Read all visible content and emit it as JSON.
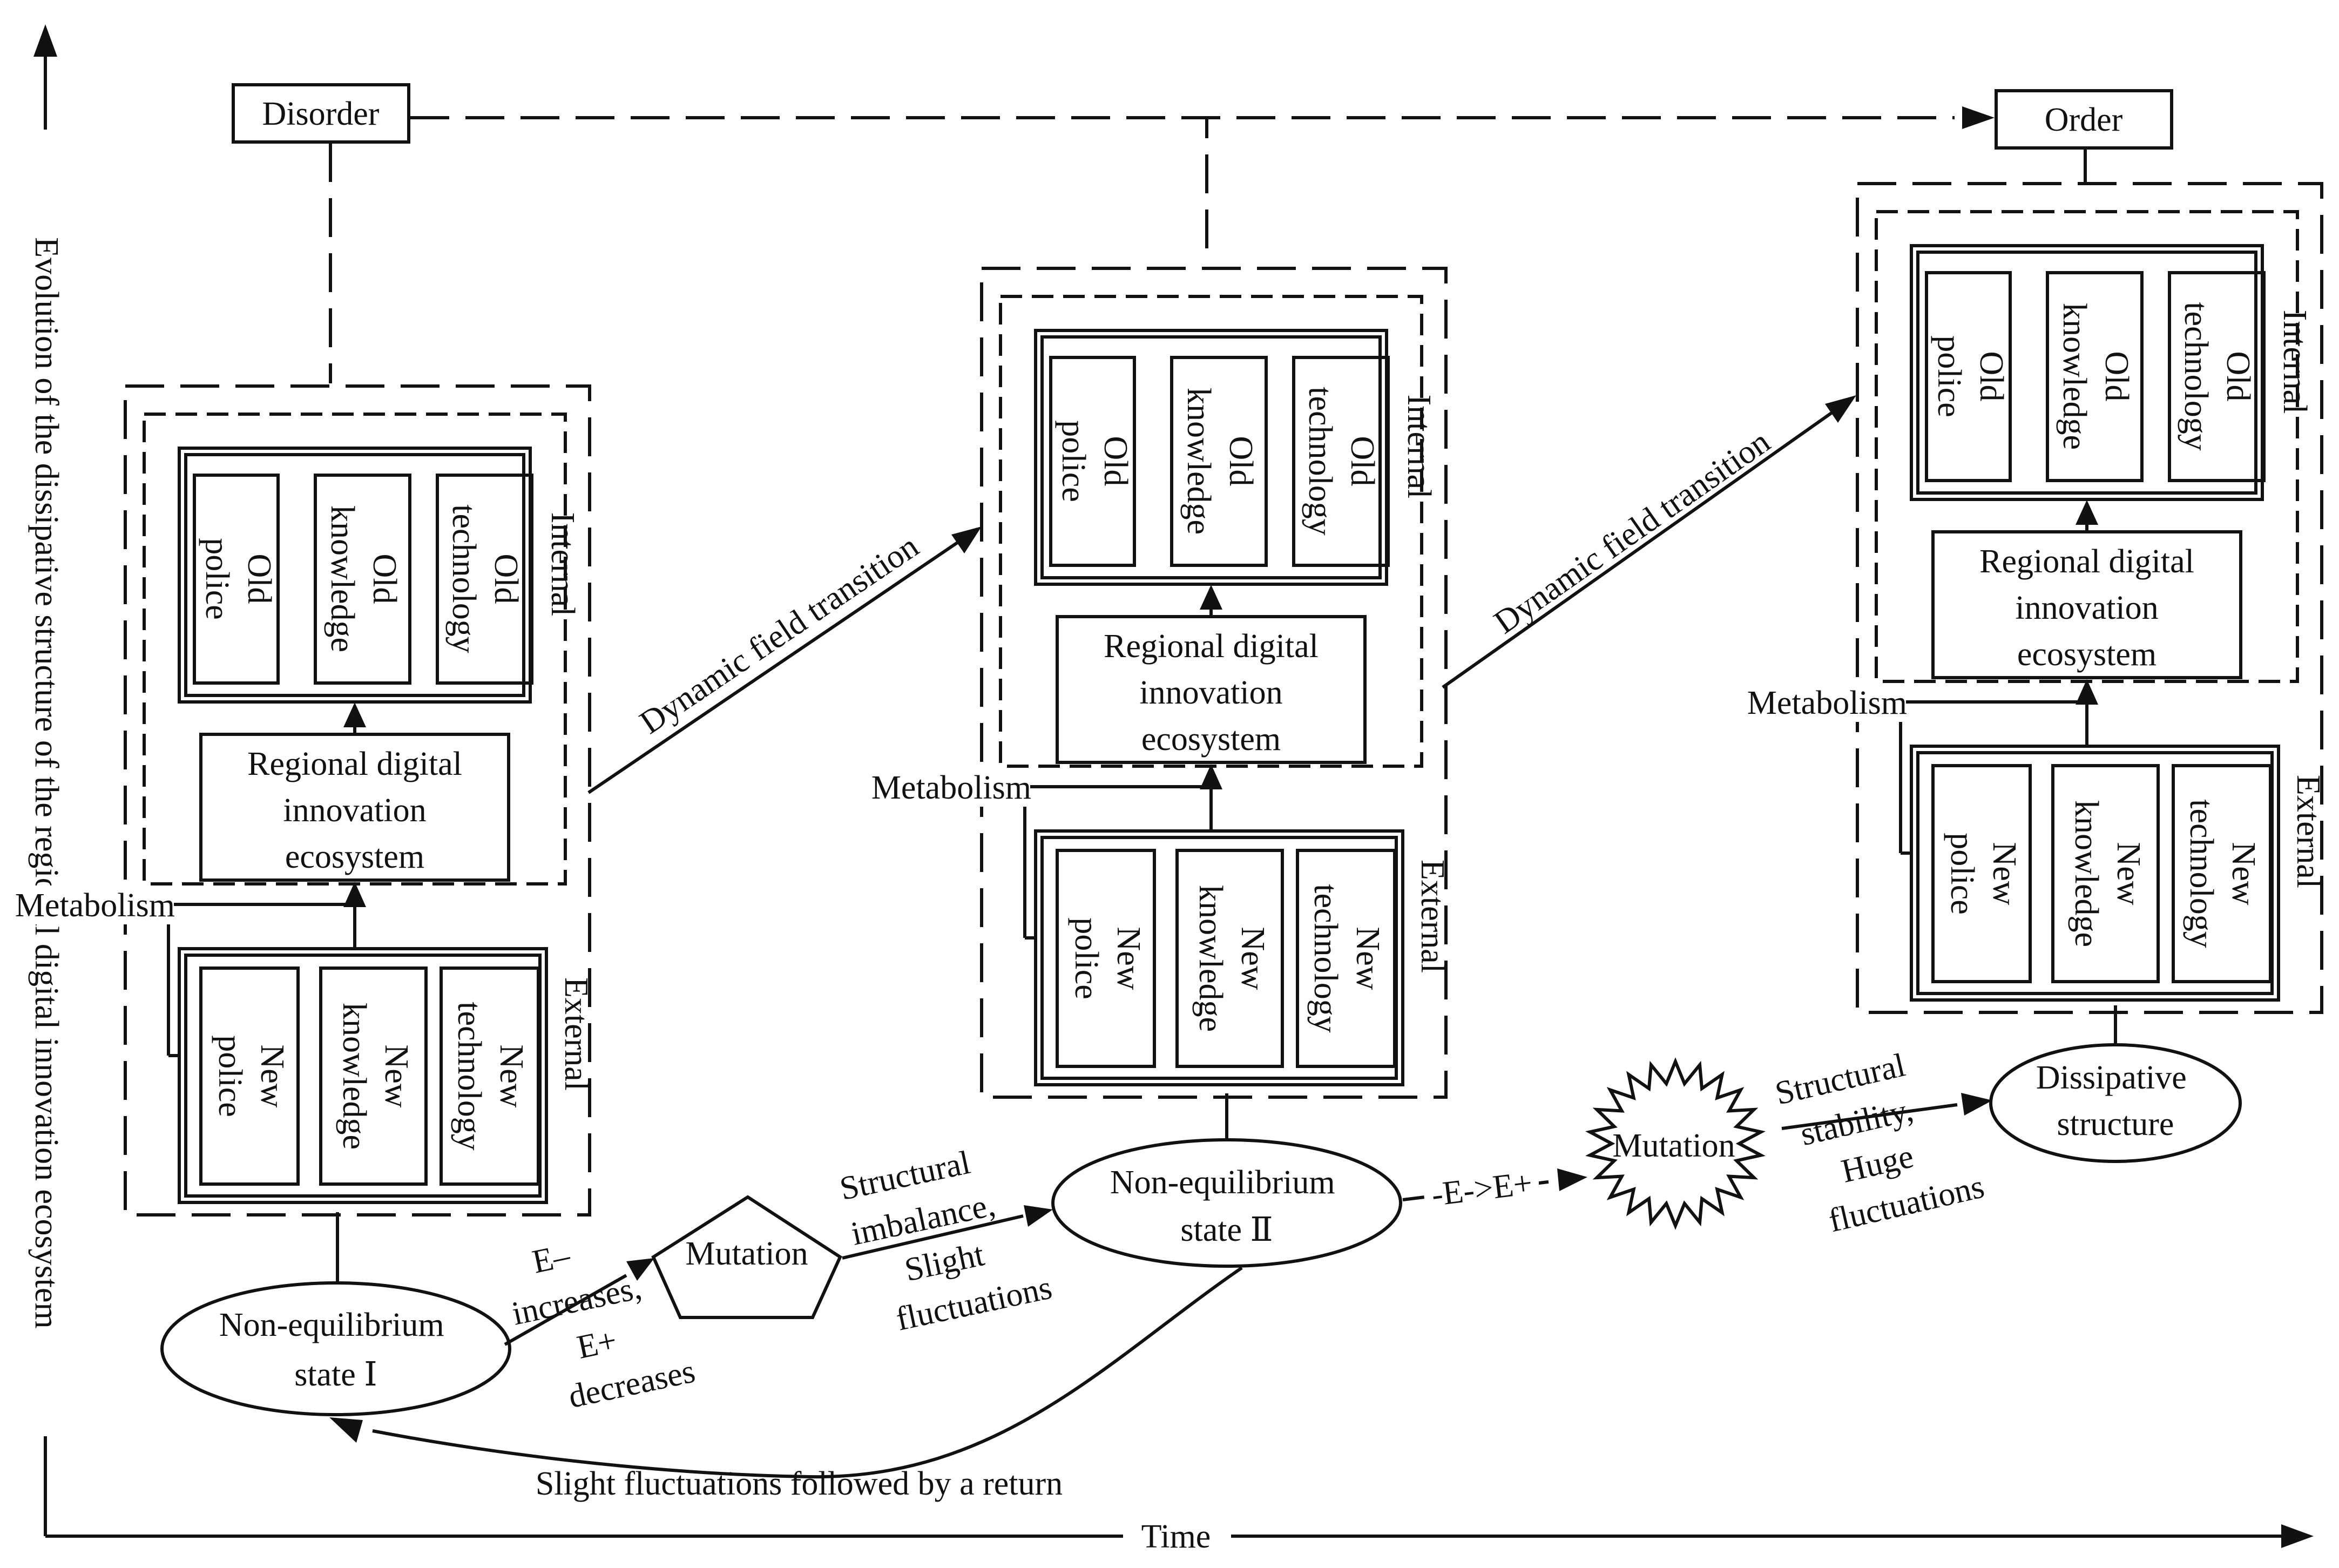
{
  "axes": {
    "x_label": "Time",
    "y_label": "Evolution of the dissipative structure of the regional digital innovation ecosystem"
  },
  "top": {
    "disorder": "Disorder",
    "order": "Order"
  },
  "stage": {
    "internal": "Internal",
    "external": "External",
    "metabolism": "Metabolism",
    "core": [
      "Regional digital",
      "innovation",
      "ecosystem"
    ],
    "old": {
      "police": [
        "Old",
        "police"
      ],
      "knowledge": [
        "Old",
        "knowledge"
      ],
      "technology": [
        "Old",
        "technology"
      ]
    },
    "new": {
      "police": [
        "New",
        "police"
      ],
      "knowledge": [
        "New",
        "knowledge"
      ],
      "technology": [
        "New",
        "technology"
      ]
    }
  },
  "transitions": {
    "dynamic_field_1": "Dynamic field transition",
    "dynamic_field_2": "Dynamic field transition"
  },
  "states": {
    "state1": [
      "Non-equilibrium",
      "state Ⅰ"
    ],
    "state2": [
      "Non-equilibrium",
      "state Ⅱ"
    ],
    "dissipative": [
      "Dissipative",
      "structure"
    ]
  },
  "mutations": {
    "m1": "Mutation",
    "m2": "Mutation"
  },
  "labels": {
    "e_change": [
      "E–",
      "increases,",
      "E+",
      "decreases"
    ],
    "imbalance": [
      "Structural",
      "imbalance,",
      "Slight",
      "fluctuations"
    ],
    "e_arrow": "-E->E+",
    "stability": [
      "Structural",
      "stability,",
      "Huge",
      "fluctuations"
    ],
    "return": "Slight fluctuations followed by a return"
  }
}
